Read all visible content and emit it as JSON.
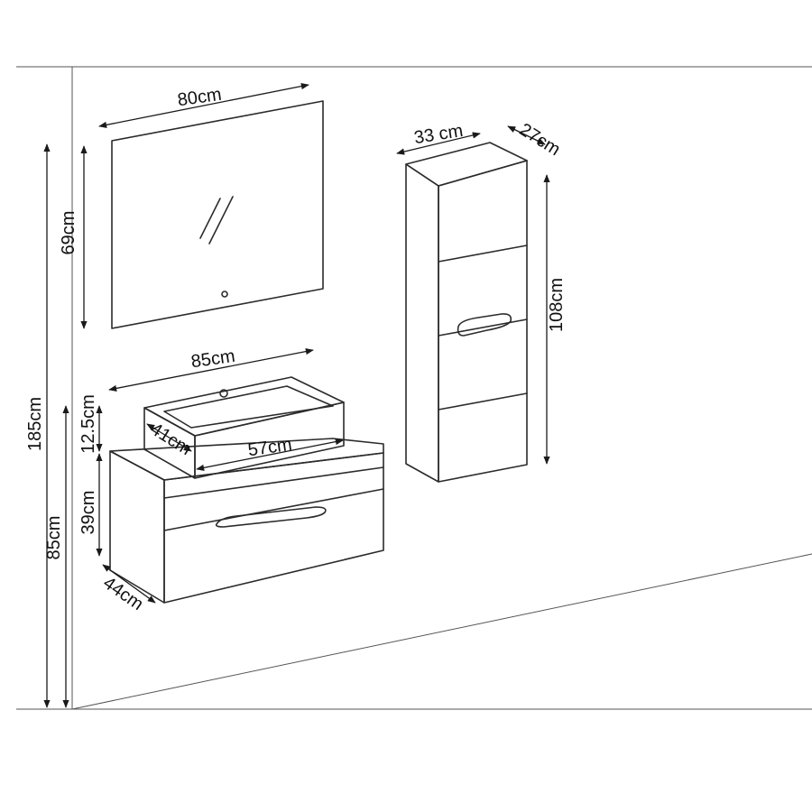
{
  "dimensions": {
    "mirror_width": "80cm",
    "mirror_height": "69cm",
    "cabinet_width": "33 cm",
    "cabinet_depth": "27cm",
    "cabinet_height": "108cm",
    "vanity_width": "85cm",
    "basin_width": "57cm",
    "basin_depth": "41cm",
    "basin_height": "12.5cm",
    "vanity_drawer_height": "39cm",
    "vanity_mount_height": "85cm",
    "vanity_depth": "44cm",
    "total_height": "185cm"
  },
  "colors": {
    "line": "#2b2b2b",
    "background": "#ffffff"
  }
}
